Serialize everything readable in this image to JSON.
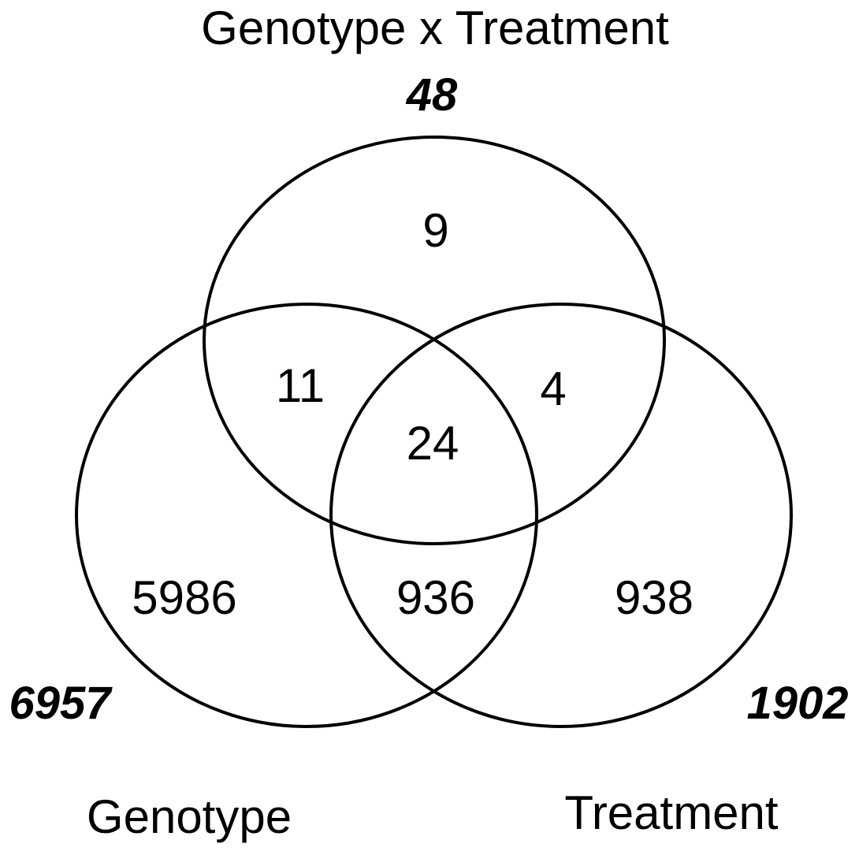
{
  "sets": {
    "gxt": {
      "label": "Genotype x Treatment",
      "total": "48"
    },
    "genotype": {
      "label": "Genotype",
      "total": "6957"
    },
    "treatment": {
      "label": "Treatment",
      "total": "1902"
    }
  },
  "regions": {
    "gxt_only": "9",
    "genotype_gxt": "11",
    "treatment_gxt": "4",
    "all_three": "24",
    "genotype_only": "5986",
    "genotype_treatment": "936",
    "treatment_only": "938"
  },
  "colors": {
    "stroke": "#000000",
    "background": "#ffffff"
  }
}
